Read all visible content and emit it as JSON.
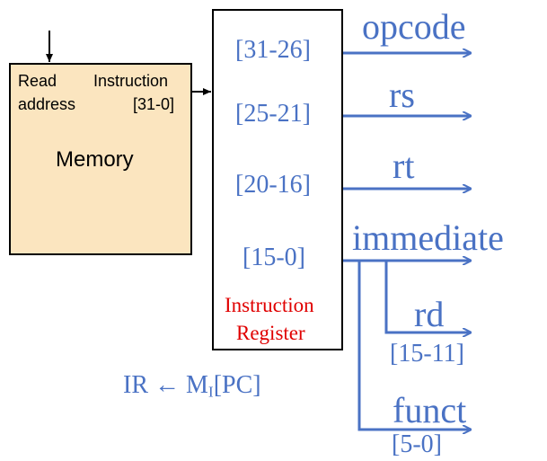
{
  "memory": {
    "read_label_line1": "Read",
    "read_label_line2": "address",
    "instr_label_line1": "Instruction",
    "instr_label_line2": "[31-0]",
    "title": "Memory"
  },
  "register": {
    "fields": [
      "[31-26]",
      "[25-21]",
      "[20-16]",
      "[15-0]"
    ],
    "title_line1": "Instruction",
    "title_line2": "Register"
  },
  "outputs": {
    "opcode": "opcode",
    "rs": "rs",
    "rt": "rt",
    "immediate": "immediate",
    "rd": "rd",
    "rd_bits": "[15-11]",
    "funct": "funct",
    "funct_bits": "[5-0]"
  },
  "equation": {
    "lhs": "IR ← M",
    "subscript": "I",
    "rhs": "[PC]"
  },
  "colors": {
    "memory_fill": "#fbe5bf",
    "field_blue": "#4a72c4",
    "register_title": "#e00000"
  }
}
